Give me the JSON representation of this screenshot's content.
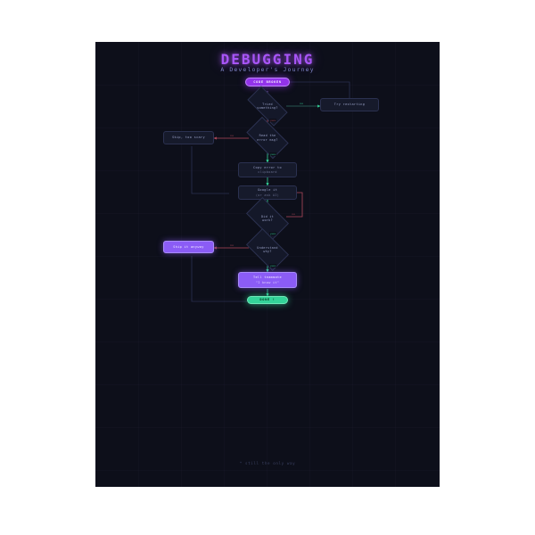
{
  "poster": {
    "title": "DEBUGGING",
    "subtitle": "A Developer's Journey",
    "footer": "* still the only way",
    "bg": "#0d0f1a",
    "accent": "#a855f7",
    "yes_color": "#34d399",
    "no_color": "#b04a5a"
  },
  "nodes": [
    {
      "id": "start",
      "type": "terminal-start",
      "label": "CODE BROKEN",
      "sub": ""
    },
    {
      "id": "tried",
      "type": "decision",
      "label": "Tried",
      "sub": "something?"
    },
    {
      "id": "turn_it_off",
      "type": "process",
      "label": "Try restarting",
      "sub": ""
    },
    {
      "id": "read_err",
      "type": "decision",
      "label": "Read the",
      "sub": "error msg?"
    },
    {
      "id": "skip_read",
      "type": "process",
      "label": "Skip, too scary",
      "sub": ""
    },
    {
      "id": "copy_err",
      "type": "process",
      "label": "Copy error to",
      "sub": "clipboard"
    },
    {
      "id": "google",
      "type": "process",
      "label": "Google it",
      "sub": "(or ask AI)"
    },
    {
      "id": "did_work",
      "type": "decision",
      "label": "Did it",
      "sub": "work?"
    },
    {
      "id": "understand",
      "type": "decision",
      "label": "Understand",
      "sub": "why?"
    },
    {
      "id": "ship",
      "type": "process-purple",
      "label": "Ship it anyway",
      "sub": ""
    },
    {
      "id": "tell",
      "type": "process-purple",
      "label": "Tell teammate",
      "sub": "\"I know it\""
    },
    {
      "id": "done",
      "type": "terminal-end",
      "label": "DONE !",
      "sub": ""
    }
  ],
  "edges": [
    {
      "from": "start",
      "to": "tried",
      "label": ""
    },
    {
      "from": "tried",
      "to": "turn_it_off",
      "label": "no"
    },
    {
      "from": "tried",
      "to": "read_err",
      "label": "yes"
    },
    {
      "from": "read_err",
      "to": "skip_read",
      "label": "no"
    },
    {
      "from": "read_err",
      "to": "copy_err",
      "label": "yes"
    },
    {
      "from": "copy_err",
      "to": "google",
      "label": ""
    },
    {
      "from": "google",
      "to": "did_work",
      "label": ""
    },
    {
      "from": "did_work",
      "to": "google",
      "label": "no"
    },
    {
      "from": "did_work",
      "to": "understand",
      "label": "yes"
    },
    {
      "from": "understand",
      "to": "ship",
      "label": "no"
    },
    {
      "from": "understand",
      "to": "tell",
      "label": "yes"
    },
    {
      "from": "tell",
      "to": "done",
      "label": ""
    },
    {
      "from": "ship",
      "to": "done",
      "label": ""
    }
  ]
}
